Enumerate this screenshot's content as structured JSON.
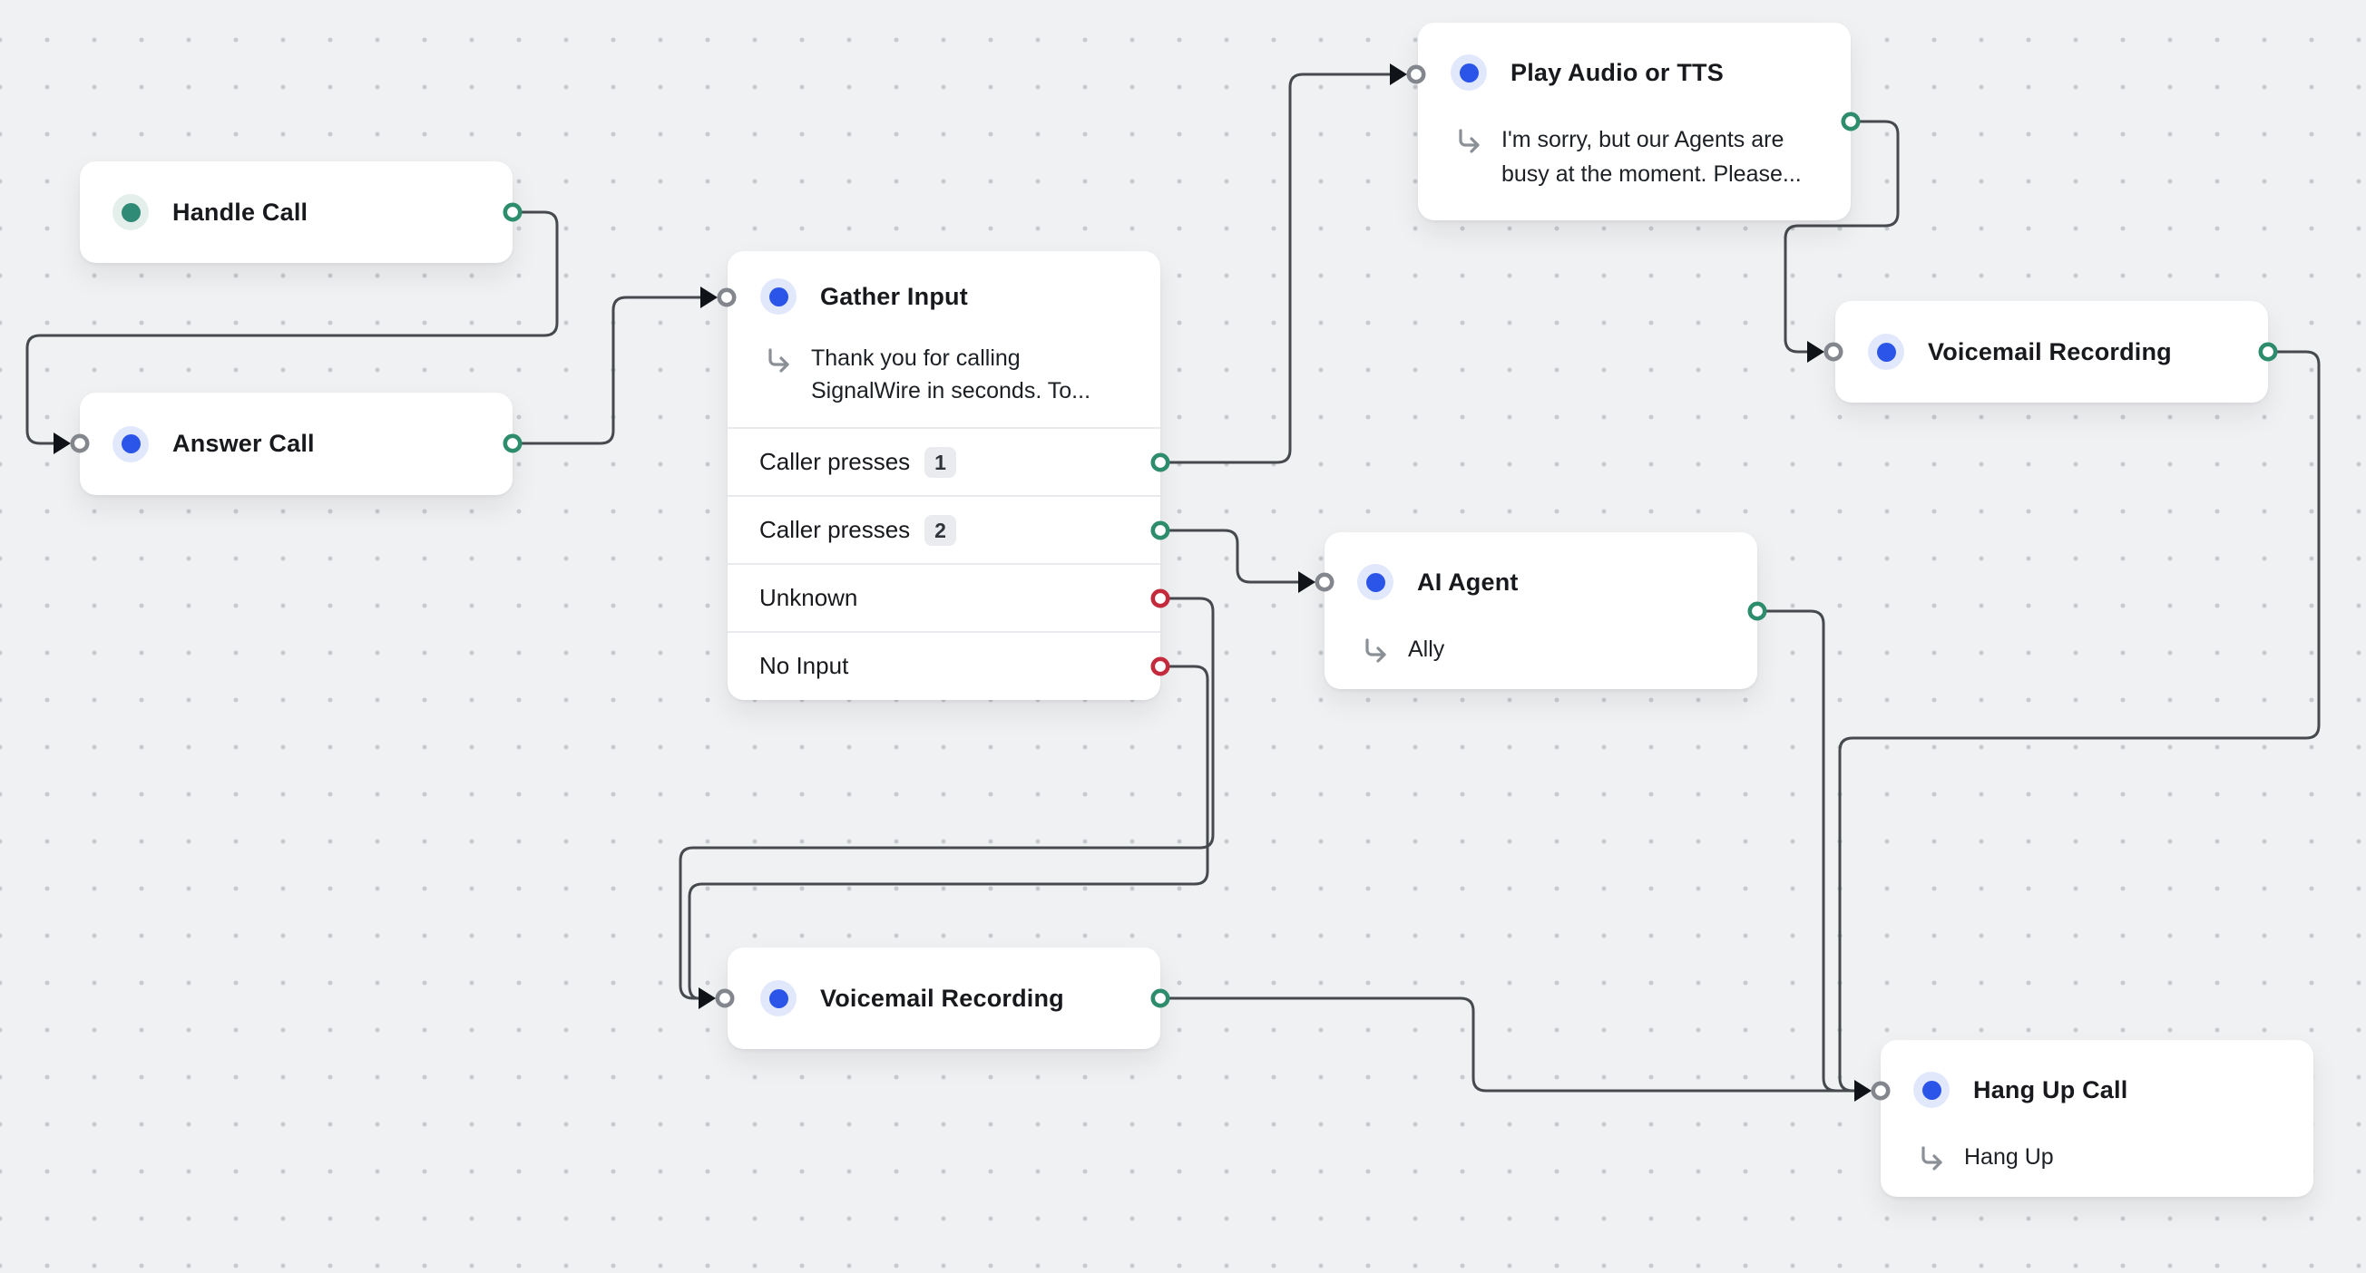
{
  "app": {
    "name": "Call Flow Builder canvas"
  },
  "palette": {
    "edge": "#46494e",
    "arrowhead": "#101418",
    "port_green": "#2c8c6c",
    "port_red": "#c32b3d",
    "port_gray": "#83878d",
    "node_blue": "#2b54e8",
    "node_teal": "#2f8b75",
    "canvas_bg": "#f0f1f3"
  },
  "nodes": {
    "handle_call": {
      "title": "Handle Call",
      "icon": "teal-dot-icon"
    },
    "answer_call": {
      "title": "Answer Call",
      "icon": "blue-dot-icon"
    },
    "gather_input": {
      "title": "Gather Input",
      "icon": "blue-dot-icon",
      "subtitle_lines": {
        "0": "Thank you for calling",
        "1": "SignalWire in seconds. To..."
      },
      "rows": {
        "0": {
          "label": "Caller presses",
          "badge": "1",
          "port_color": "green"
        },
        "1": {
          "label": "Caller presses",
          "badge": "2",
          "port_color": "green"
        },
        "2": {
          "label": "Unknown",
          "port_color": "red"
        },
        "3": {
          "label": "No Input",
          "port_color": "red"
        }
      }
    },
    "play_audio": {
      "title": "Play Audio or TTS",
      "icon": "blue-dot-icon",
      "subtitle_lines": {
        "0": "I'm sorry, but our Agents are",
        "1": "busy at the moment. Please..."
      }
    },
    "voicemail_right": {
      "title": "Voicemail Recording",
      "icon": "blue-dot-icon"
    },
    "ai_agent": {
      "title": "AI Agent",
      "icon": "blue-dot-icon",
      "subtitle": "Ally"
    },
    "voicemail_bottom": {
      "title": "Voicemail Recording",
      "icon": "blue-dot-icon"
    },
    "hang_up": {
      "title": "Hang Up Call",
      "icon": "blue-dot-icon",
      "subtitle": "Hang Up"
    }
  },
  "connections": [
    {
      "from": "Handle Call",
      "to": "Answer Call"
    },
    {
      "from": "Answer Call",
      "to": "Gather Input"
    },
    {
      "from": "Gather Input / Caller presses 1",
      "to": "Play Audio or TTS"
    },
    {
      "from": "Gather Input / Caller presses 2",
      "to": "AI Agent"
    },
    {
      "from": "Gather Input / Unknown",
      "to": "Voicemail Recording (bottom)"
    },
    {
      "from": "Gather Input / No Input",
      "to": "Voicemail Recording (bottom)"
    },
    {
      "from": "Play Audio or TTS",
      "to": "Voicemail Recording (right)"
    },
    {
      "from": "Voicemail Recording (right)",
      "to": "Hang Up Call"
    },
    {
      "from": "AI Agent",
      "to": "Hang Up Call"
    },
    {
      "from": "Voicemail Recording (bottom)",
      "to": "Hang Up Call"
    }
  ]
}
